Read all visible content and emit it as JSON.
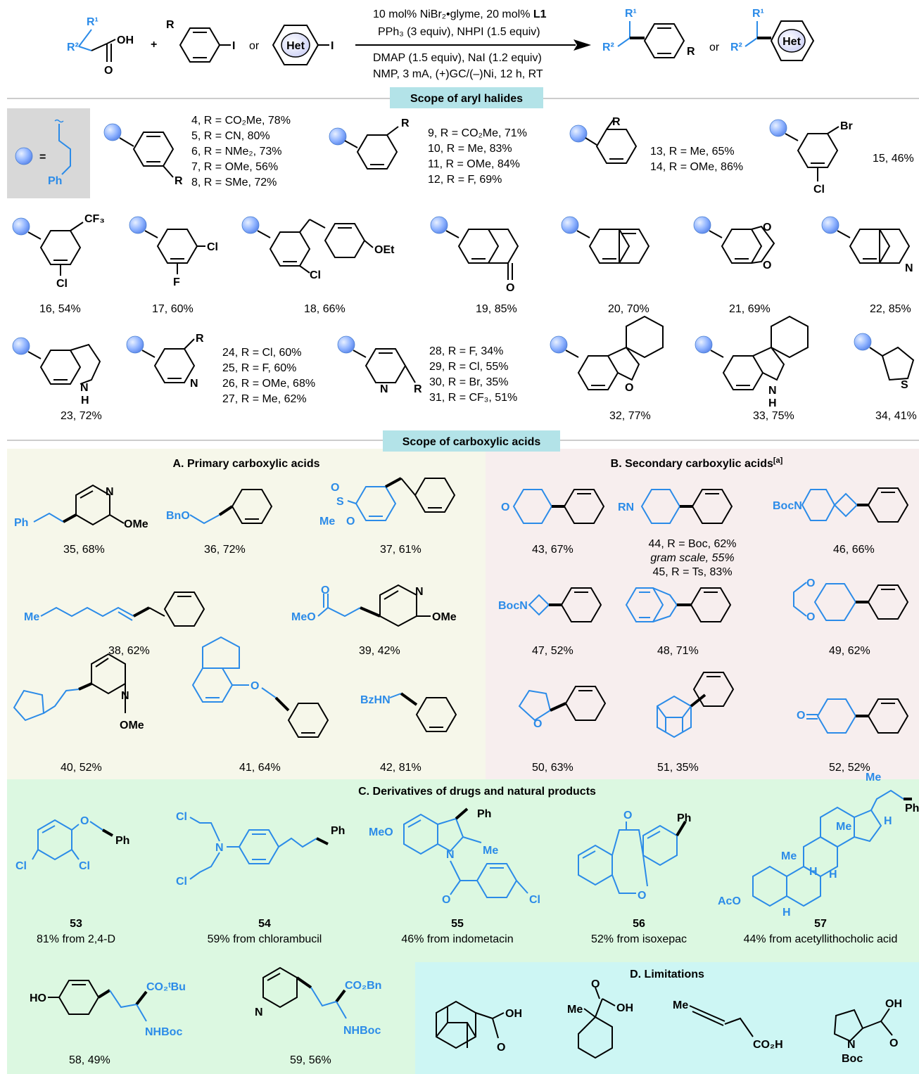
{
  "header": {
    "cond1": "10 mol% NiBr₂•glyme, 20 mol% ",
    "cond1b": "L1",
    "cond2": "PPh₃ (3 equiv), NHPI (1.5 equiv)",
    "cond3": "DMAP (1.5 equiv), NaI (1.2 equiv)",
    "cond4": "NMP, 3 mA, (+)GC/(–)Ni, 12 h, RT",
    "or": "or",
    "plus": "+",
    "het": "Het",
    "iodo": "I",
    "acid_oh": "OH",
    "acid_o": "O",
    "R": "R",
    "R1": "R¹",
    "R2": "R²"
  },
  "sections": {
    "aryl": "Scope of aryl halides",
    "acids": "Scope of carboxylic acids",
    "A": "A. Primary carboxylic acids",
    "B": "B. Secondary carboxylic acids",
    "B_note": "[a]",
    "C": "C. Derivatives of drugs and natural products",
    "D": "D. Limitations"
  },
  "legend": {
    "eq": "=",
    "ph": "Ph"
  },
  "aryl_lists": {
    "para": [
      "4, R = CO₂Me, 78%",
      "5, R = CN, 80%",
      "6, R = NMe₂, 73%",
      "7, R = OMe, 56%",
      "8, R = SMe, 72%"
    ],
    "meta": [
      "9, R = CO₂Me, 71%",
      "10, R = Me, 83%",
      "11, R = OMe, 84%",
      "12, R = F, 69%"
    ],
    "ortho": [
      "13, R = Me, 65%",
      "14, R = OMe, 86%"
    ],
    "pyr2": [
      "24, R = Cl, 60%",
      "25, R = F, 60%",
      "26, R = OMe, 68%",
      "27, R = Me, 62%"
    ],
    "pyr3": [
      "28, R = F, 34%",
      "29, R = Cl, 55%",
      "30, R = Br, 35%",
      "31, R = CF₃, 51%"
    ]
  },
  "labels": {
    "c15": "15, 46%",
    "c16": "16, 54%",
    "c17": "17, 60%",
    "c18": "18, 66%",
    "c19": "19, 85%",
    "c20": "20, 70%",
    "c21": "21, 69%",
    "c22": "22, 85%",
    "c23": "23, 72%",
    "c32": "32, 77%",
    "c33": "33, 75%",
    "c34": "34, 41%",
    "c35": "35, 68%",
    "c36": "36, 72%",
    "c37": "37, 61%",
    "c38": "38, 62%",
    "c39": "39, 42%",
    "c40": "40, 52%",
    "c41": "41, 64%",
    "c42": "42, 81%",
    "c43": "43, 67%",
    "c44": "44, R = Boc, 62%",
    "c44g": "gram scale, 55%",
    "c45": "45, R = Ts, 83%",
    "c46": "46, 66%",
    "c47": "47, 52%",
    "c48": "48, 71%",
    "c49": "49, 62%",
    "c50": "50, 63%",
    "c51": "51, 35%",
    "c52": "52, 52%",
    "c53": "53",
    "c53s": "81% from 2,4-D",
    "c54": "54",
    "c54s": "59% from chlorambucil",
    "c55": "55",
    "c55s": "46% from indometacin",
    "c56": "56",
    "c56s": "52% from isoxepac",
    "c57": "57",
    "c57s": "44% from acetyllithocholic acid",
    "c58": "58, 49%",
    "c59": "59, 56%"
  },
  "atoms": {
    "Br": "Br",
    "Cl": "Cl",
    "F": "F",
    "CF3": "CF₃",
    "O": "O",
    "OEt": "OEt",
    "N": "N",
    "H": "H",
    "S": "S",
    "OMe": "OMe",
    "Ph": "Ph",
    "BnO": "BnO",
    "Me": "Me",
    "MeO": "MeO",
    "BzHN": "BzHN",
    "RN": "RN",
    "BocN": "BocN",
    "HO": "HO",
    "CO2tBu": "CO₂ᵗBu",
    "CO2Bn": "CO₂Bn",
    "NHBoc": "NHBoc",
    "AcO": "AcO",
    "OH": "OH",
    "CO2H": "CO₂H",
    "Boc": "Boc",
    "S2": "S",
    "O2": "O"
  },
  "colors": {
    "blue": "#2b8be8",
    "band_aryl": "#b3e3e8",
    "panelA": "#f6f7ea",
    "panelB": "#f7eeee",
    "panelC": "#dcf8e1",
    "panelD": "#cdf6f4"
  }
}
